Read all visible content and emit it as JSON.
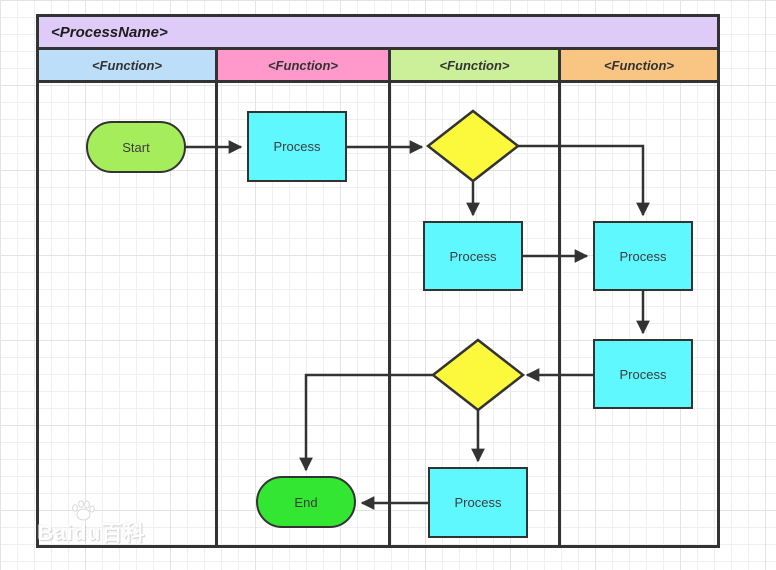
{
  "title": "<ProcessName>",
  "lanes": [
    {
      "label": "<Function>",
      "color": "#bcdef8"
    },
    {
      "label": "<Function>",
      "color": "#ff99cc"
    },
    {
      "label": "<Function>",
      "color": "#ccf099"
    },
    {
      "label": "<Function>",
      "color": "#f9c583"
    }
  ],
  "nodes": {
    "start": {
      "label": "Start",
      "color": "#a6ed5b"
    },
    "process1": {
      "label": "Process",
      "color": "#5ff8fe"
    },
    "decision1": {
      "label": "",
      "color": "#fcf93c"
    },
    "process2": {
      "label": "Process",
      "color": "#5ff8fe"
    },
    "process3": {
      "label": "Process",
      "color": "#5ff8fe"
    },
    "process4": {
      "label": "Process",
      "color": "#5ff8fe"
    },
    "decision2": {
      "label": "",
      "color": "#fcf93c"
    },
    "process5": {
      "label": "Process",
      "color": "#5ff8fe"
    },
    "end": {
      "label": "End",
      "color": "#32e632"
    }
  },
  "connector_color": "#333333",
  "title_bar_color": "#dfcbf8",
  "watermark": "Baidu百科"
}
